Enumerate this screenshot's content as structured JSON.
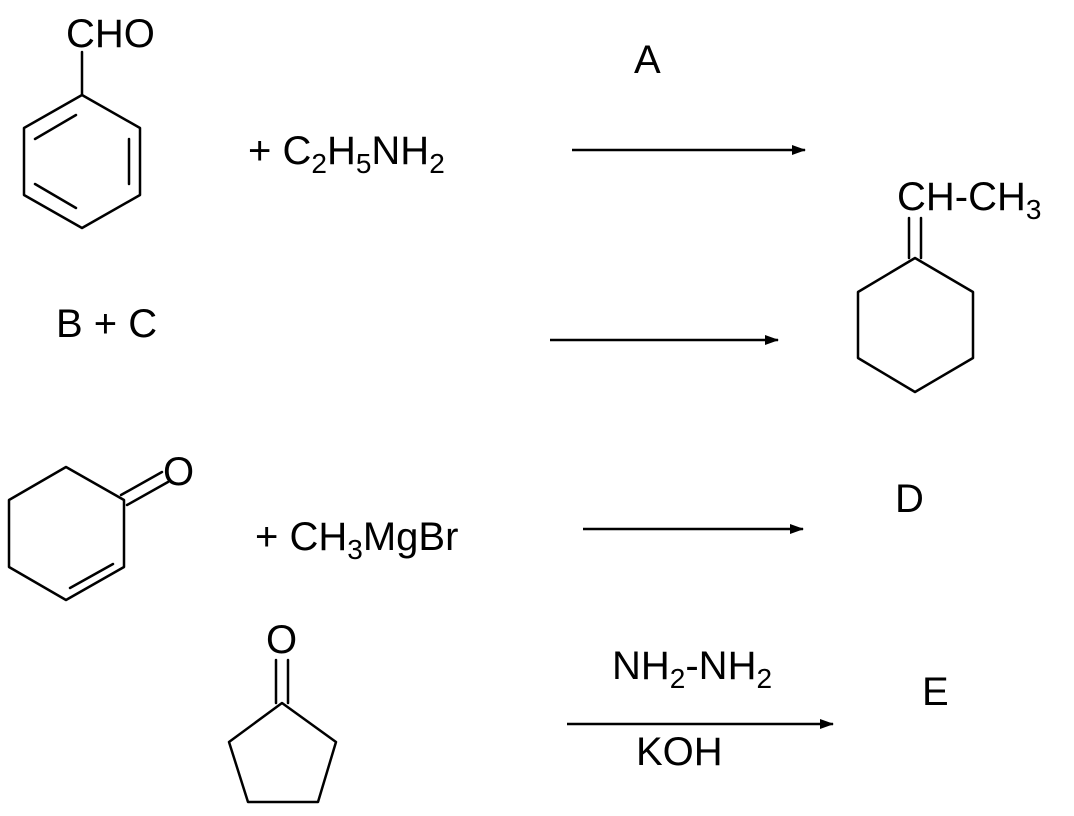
{
  "reaction1": {
    "group": "CHO",
    "reagent_prefix": "+ C",
    "sub1": "2",
    "mid1": "H",
    "sub2": "5",
    "mid2": "NH",
    "sub3": "2",
    "product": "A"
  },
  "reaction2": {
    "reactants": "B + C",
    "product_group_main": "CH-CH",
    "product_group_sub": "3"
  },
  "reaction3": {
    "oxygen": "O",
    "reagent_prefix": "+ CH",
    "sub1": "3",
    "reagent_suffix": "MgBr",
    "product": "D"
  },
  "reaction4": {
    "oxygen": "O",
    "above_main": "NH",
    "above_sub1": "2",
    "above_mid": "-NH",
    "above_sub2": "2",
    "below": "KOH",
    "product": "E"
  }
}
